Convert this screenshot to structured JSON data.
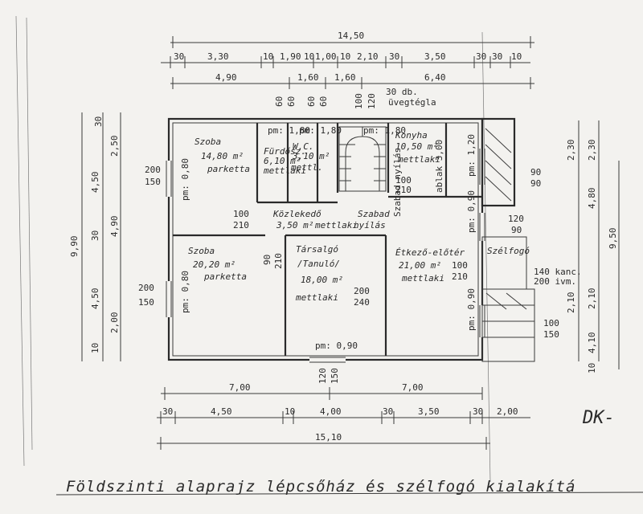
{
  "title": "Földszinti alaprajz lépcsőház és szélfogó kialakítá",
  "corner_label": "DK-",
  "top_dims": {
    "overall": "14,50",
    "row2": [
      "30",
      "3,30",
      "10",
      "1,90",
      "10",
      "1,00",
      "10",
      "2,10",
      "30",
      "3,50",
      "30",
      "30",
      "10"
    ],
    "row3": [
      "4,90",
      "1,60",
      "1,60",
      "6,40"
    ],
    "opening_notes": [
      "60",
      "60",
      "60",
      "60",
      "100",
      "120"
    ],
    "glass_note_1": "30 db.",
    "glass_note_2": "üvegtégla"
  },
  "bottom_dims": {
    "row1": [
      "7,00",
      "7,00"
    ],
    "row2": [
      "30",
      "4,50",
      "10",
      "4,00",
      "30",
      "3,50",
      "30",
      "2,00"
    ],
    "overall": "15,10"
  },
  "left_dims": [
    "9,90",
    "4,50",
    "4,90",
    "2,50",
    "30",
    "30",
    "4,50",
    "2,00",
    "10"
  ],
  "right_dims": [
    "2,30",
    "4,80",
    "2,30",
    "9,50",
    "4,10",
    "2,10",
    "2,10",
    "10"
  ],
  "rooms": [
    {
      "name": "Szoba",
      "area": "14,80 m²",
      "floor": "parketta"
    },
    {
      "name": "Fürdősz.",
      "area": "6,10 m²",
      "floor": "mettlaki"
    },
    {
      "name": "W.C.",
      "area": "3,10 m²",
      "floor": "mettl."
    },
    {
      "name": "Konyha",
      "area": "10,50 m²",
      "floor": "mettlaki"
    },
    {
      "name": "Szoba",
      "area": "20,20 m²",
      "floor": "parketta"
    },
    {
      "name": "Társalgó",
      "area": "/Tanuló/",
      "floor": "18,00 m²",
      "extra": "mettlaki"
    },
    {
      "name": "Étkező-előtér",
      "area": "21,00 m²",
      "floor": "mettlaki"
    },
    {
      "name": "Szélfogó",
      "area": "",
      "floor": ""
    }
  ],
  "corridor": {
    "name": "Közlekedő",
    "area": "3,50 m²",
    "floor": "mettlaki",
    "note": "Szabad",
    "note2": "nyílás"
  },
  "sill_notes": [
    "pm: 1,80",
    "pm: 1,80",
    "pm: 1,80",
    "pm: 0,80",
    "pm: 0,80",
    "pm: 0,90",
    "pm: 0,90",
    "pm: 0,90",
    "pm: 1,20"
  ],
  "door_notes": [
    "200",
    "150",
    "100",
    "210",
    "90",
    "210",
    "200",
    "150",
    "200",
    "240",
    "100",
    "210",
    "100",
    "210",
    "120",
    "90",
    "90",
    "90",
    "140",
    "200",
    "100",
    "150",
    "120",
    "150"
  ],
  "extra_notes": [
    "Szabad nyílás",
    "ablak 3,00",
    "Szabad nyílás",
    "140 kanc.",
    "200 ivm."
  ]
}
